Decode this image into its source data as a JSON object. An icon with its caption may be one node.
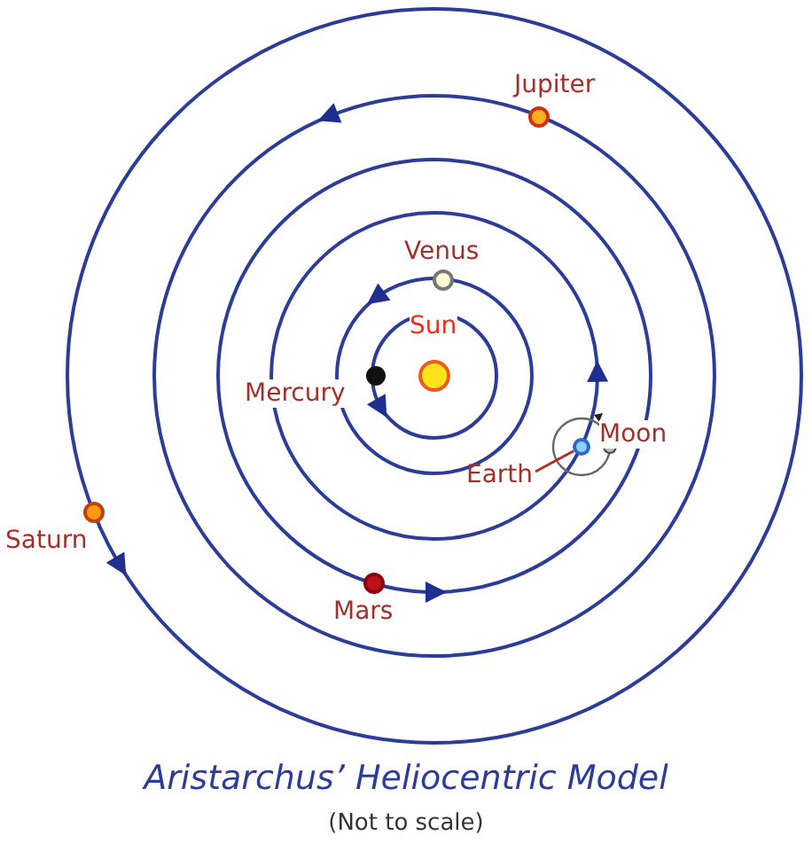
{
  "diagram": {
    "title": "Aristarchus’ Heliocentric Model",
    "caption": "(Not to scale)",
    "nodes": [
      {
        "text": [
          "Earth"
        ]
      },
      {
        "text": [],
        "shape": "circle"
      }
    ],
    "edges": [
      {
        "from": 0,
        "to": 1,
        "arrow": "none"
      }
    ],
    "labels": [
      "Jupiter",
      "Venus",
      "Sun",
      "Mercury",
      "Moon",
      "Saturn",
      "Mars"
    ]
  }
}
